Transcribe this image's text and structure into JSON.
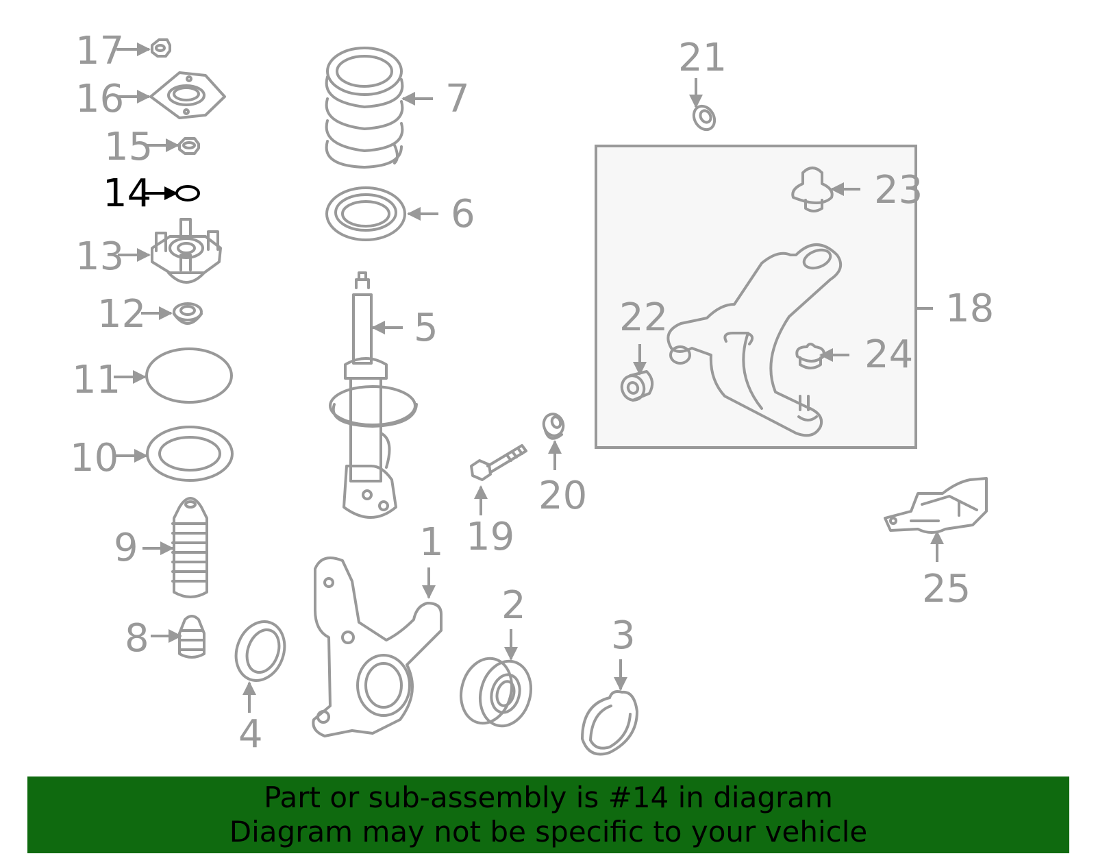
{
  "colors": {
    "parts": "#999999",
    "highlight": "#000000",
    "box_fill": "#f7f7f7",
    "banner_bg": "#0f6a0f",
    "banner_text": "#000000"
  },
  "highlighted_part": "14",
  "callouts": [
    {
      "id": "1",
      "label": "1"
    },
    {
      "id": "2",
      "label": "2"
    },
    {
      "id": "3",
      "label": "3"
    },
    {
      "id": "4",
      "label": "4"
    },
    {
      "id": "5",
      "label": "5"
    },
    {
      "id": "6",
      "label": "6"
    },
    {
      "id": "7",
      "label": "7"
    },
    {
      "id": "8",
      "label": "8"
    },
    {
      "id": "9",
      "label": "9"
    },
    {
      "id": "10",
      "label": "10"
    },
    {
      "id": "11",
      "label": "11"
    },
    {
      "id": "12",
      "label": "12"
    },
    {
      "id": "13",
      "label": "13"
    },
    {
      "id": "14",
      "label": "14"
    },
    {
      "id": "15",
      "label": "15"
    },
    {
      "id": "16",
      "label": "16"
    },
    {
      "id": "17",
      "label": "17"
    },
    {
      "id": "18",
      "label": "18"
    },
    {
      "id": "19",
      "label": "19"
    },
    {
      "id": "20",
      "label": "20"
    },
    {
      "id": "21",
      "label": "21"
    },
    {
      "id": "22",
      "label": "22"
    },
    {
      "id": "23",
      "label": "23"
    },
    {
      "id": "24",
      "label": "24"
    },
    {
      "id": "25",
      "label": "25"
    }
  ],
  "banner": {
    "line1": "Part or sub-assembly is #14 in diagram",
    "line2": "Diagram may not be specific to your vehicle"
  }
}
